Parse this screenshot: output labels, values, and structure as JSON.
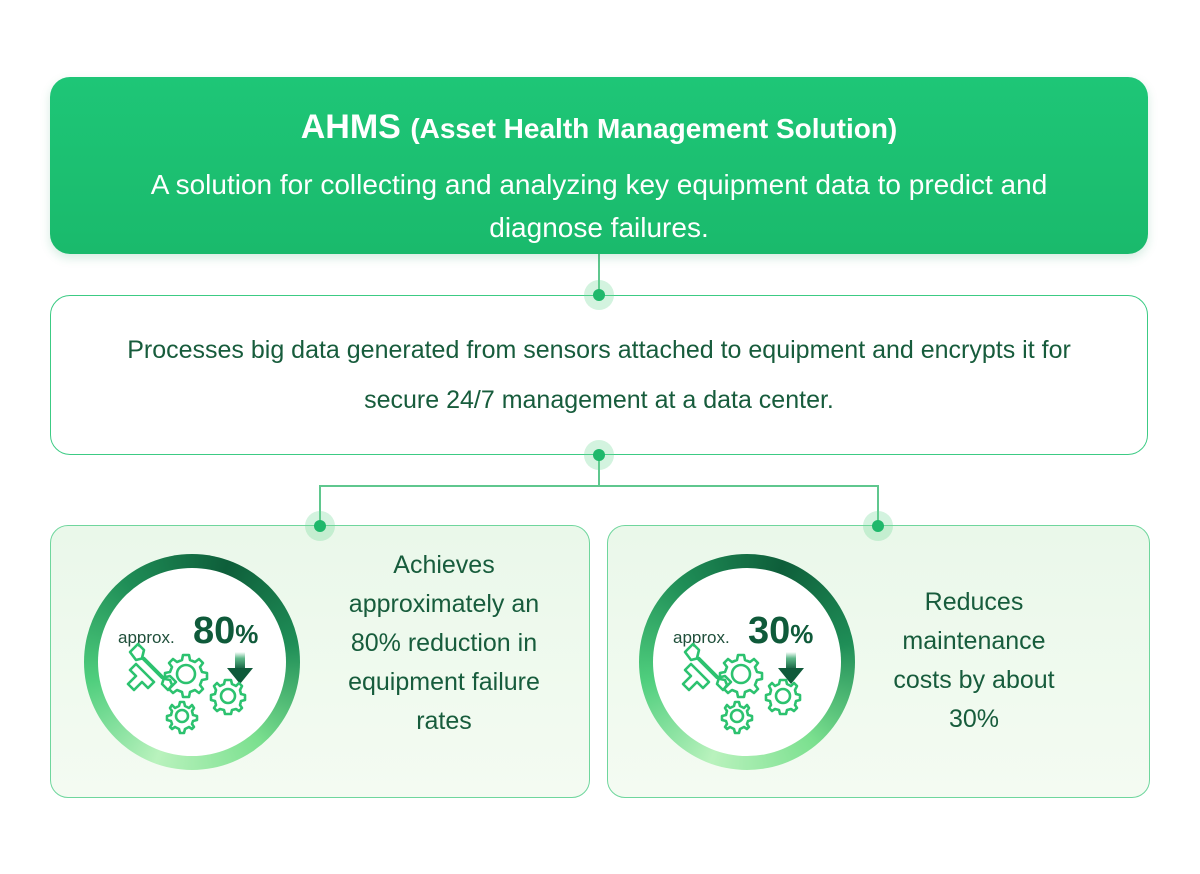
{
  "header": {
    "abbr": "AHMS",
    "full": "(Asset Health Management Solution)",
    "desc": "A solution for collecting and analyzing key equipment data to predict and diagnose failures."
  },
  "process": {
    "text": "Processes big data generated from sensors attached to equipment and encrypts it for secure 24/7 management at a data center."
  },
  "cards": [
    {
      "approx": "approx.",
      "value": "80",
      "unit": "%",
      "text": "Achieves approximately an 80% reduction in equipment failure rates"
    },
    {
      "approx": "approx.",
      "value": "30",
      "unit": "%",
      "text": "Reduces maintenance costs by about 30%"
    }
  ],
  "colors": {
    "primary": "#1ec677",
    "dark_green": "#0f5a3a",
    "text_green": "#175c3c",
    "icon_green": "#2cc26f"
  },
  "icons": [
    "wrench-icon",
    "gear-icon",
    "arrow-down-icon"
  ]
}
